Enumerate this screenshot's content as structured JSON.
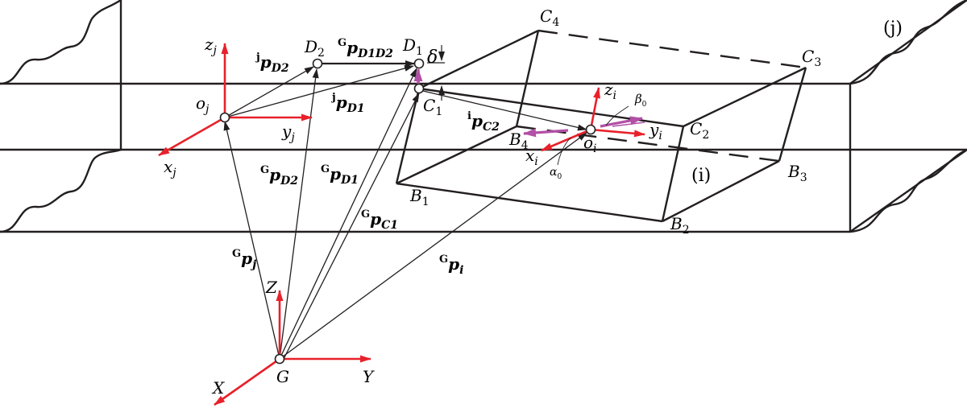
{
  "labels": {
    "C4": [
      "C",
      "4"
    ],
    "C3": [
      "C",
      "3"
    ],
    "C2": [
      "C",
      "2"
    ],
    "C1": [
      "C",
      "1"
    ],
    "B4": [
      "B",
      "4"
    ],
    "B3": [
      "B",
      "3"
    ],
    "B2": [
      "B",
      "2"
    ],
    "B1": [
      "B",
      "1"
    ],
    "D2": [
      "D",
      "2"
    ],
    "D1": [
      "D",
      "1"
    ],
    "j_body": "(j)",
    "i_body": "(i)",
    "zj": [
      "z",
      "j"
    ],
    "yj": [
      "y",
      "j"
    ],
    "xj": [
      "x",
      "j"
    ],
    "oj": [
      "o",
      "j"
    ],
    "zi": [
      "z",
      "i"
    ],
    "yi": [
      "y",
      "i"
    ],
    "xi": [
      "x",
      "i"
    ],
    "oi": [
      "o",
      "i"
    ],
    "Z": "Z",
    "Y": "Y",
    "X": "X",
    "G": "G",
    "delta": "δ",
    "alpha0": [
      "α",
      "0"
    ],
    "beta0": [
      "β",
      "0"
    ]
  },
  "vectors": {
    "jpD2": {
      "sup": "j",
      "body": "p",
      "sub": "D2"
    },
    "jpD1": {
      "sup": "j",
      "body": "p",
      "sub": "D1"
    },
    "GpD1D2": {
      "sup": "G",
      "body": "p",
      "sub": "D1D2"
    },
    "ipC2": {
      "sup": "i",
      "body": "p",
      "sub": "C2"
    },
    "GpD2": {
      "sup": "G",
      "body": "p",
      "sub": "D2"
    },
    "GpD1": {
      "sup": "G",
      "body": "p",
      "sub": "D1"
    },
    "GpC1": {
      "sup": "G",
      "body": "p",
      "sub": "C1"
    },
    "Gpj": {
      "sup": "G",
      "body": "p",
      "sub": "j"
    },
    "Gpi": {
      "sup": "G",
      "body": "p",
      "sub": "i"
    }
  },
  "colors": {
    "line": "#231f20",
    "axis": "#e8212a",
    "angle": "#b24fa6"
  }
}
